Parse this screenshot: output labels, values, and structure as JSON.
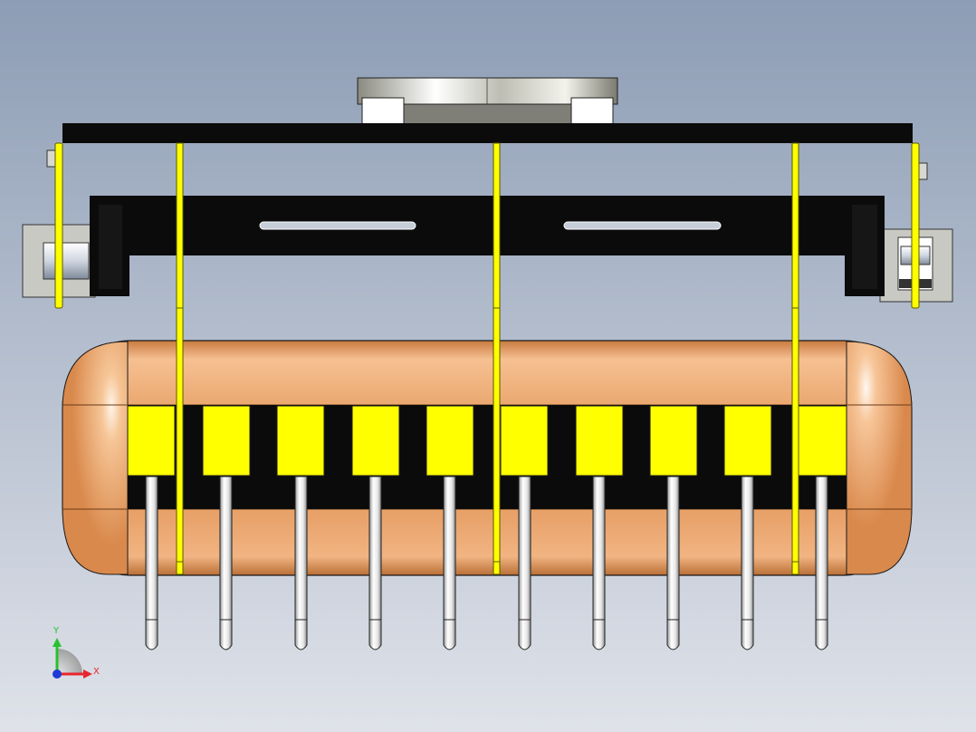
{
  "viewport": {
    "background_top": "#8d9db5",
    "background_bottom": "#dfe2e9"
  },
  "model": {
    "colors": {
      "copper_light": "#f7c295",
      "copper_mid": "#e59a5e",
      "copper_dark": "#b4682e",
      "pcb_black": "#0b0b0b",
      "pin_yellow": "#ffff00",
      "pin_outline": "#5a5a00",
      "lead_silver": "#f2f2f2",
      "bracket_gray": "#c9c9c4",
      "knob_silver": "#e6e6e0"
    },
    "lead_count": 10,
    "slot_count": 2
  },
  "triad": {
    "x_label": "X",
    "y_label": "Y",
    "x_color": "#e8262d",
    "y_color": "#27c22d",
    "z_color": "#1f3ad6"
  }
}
